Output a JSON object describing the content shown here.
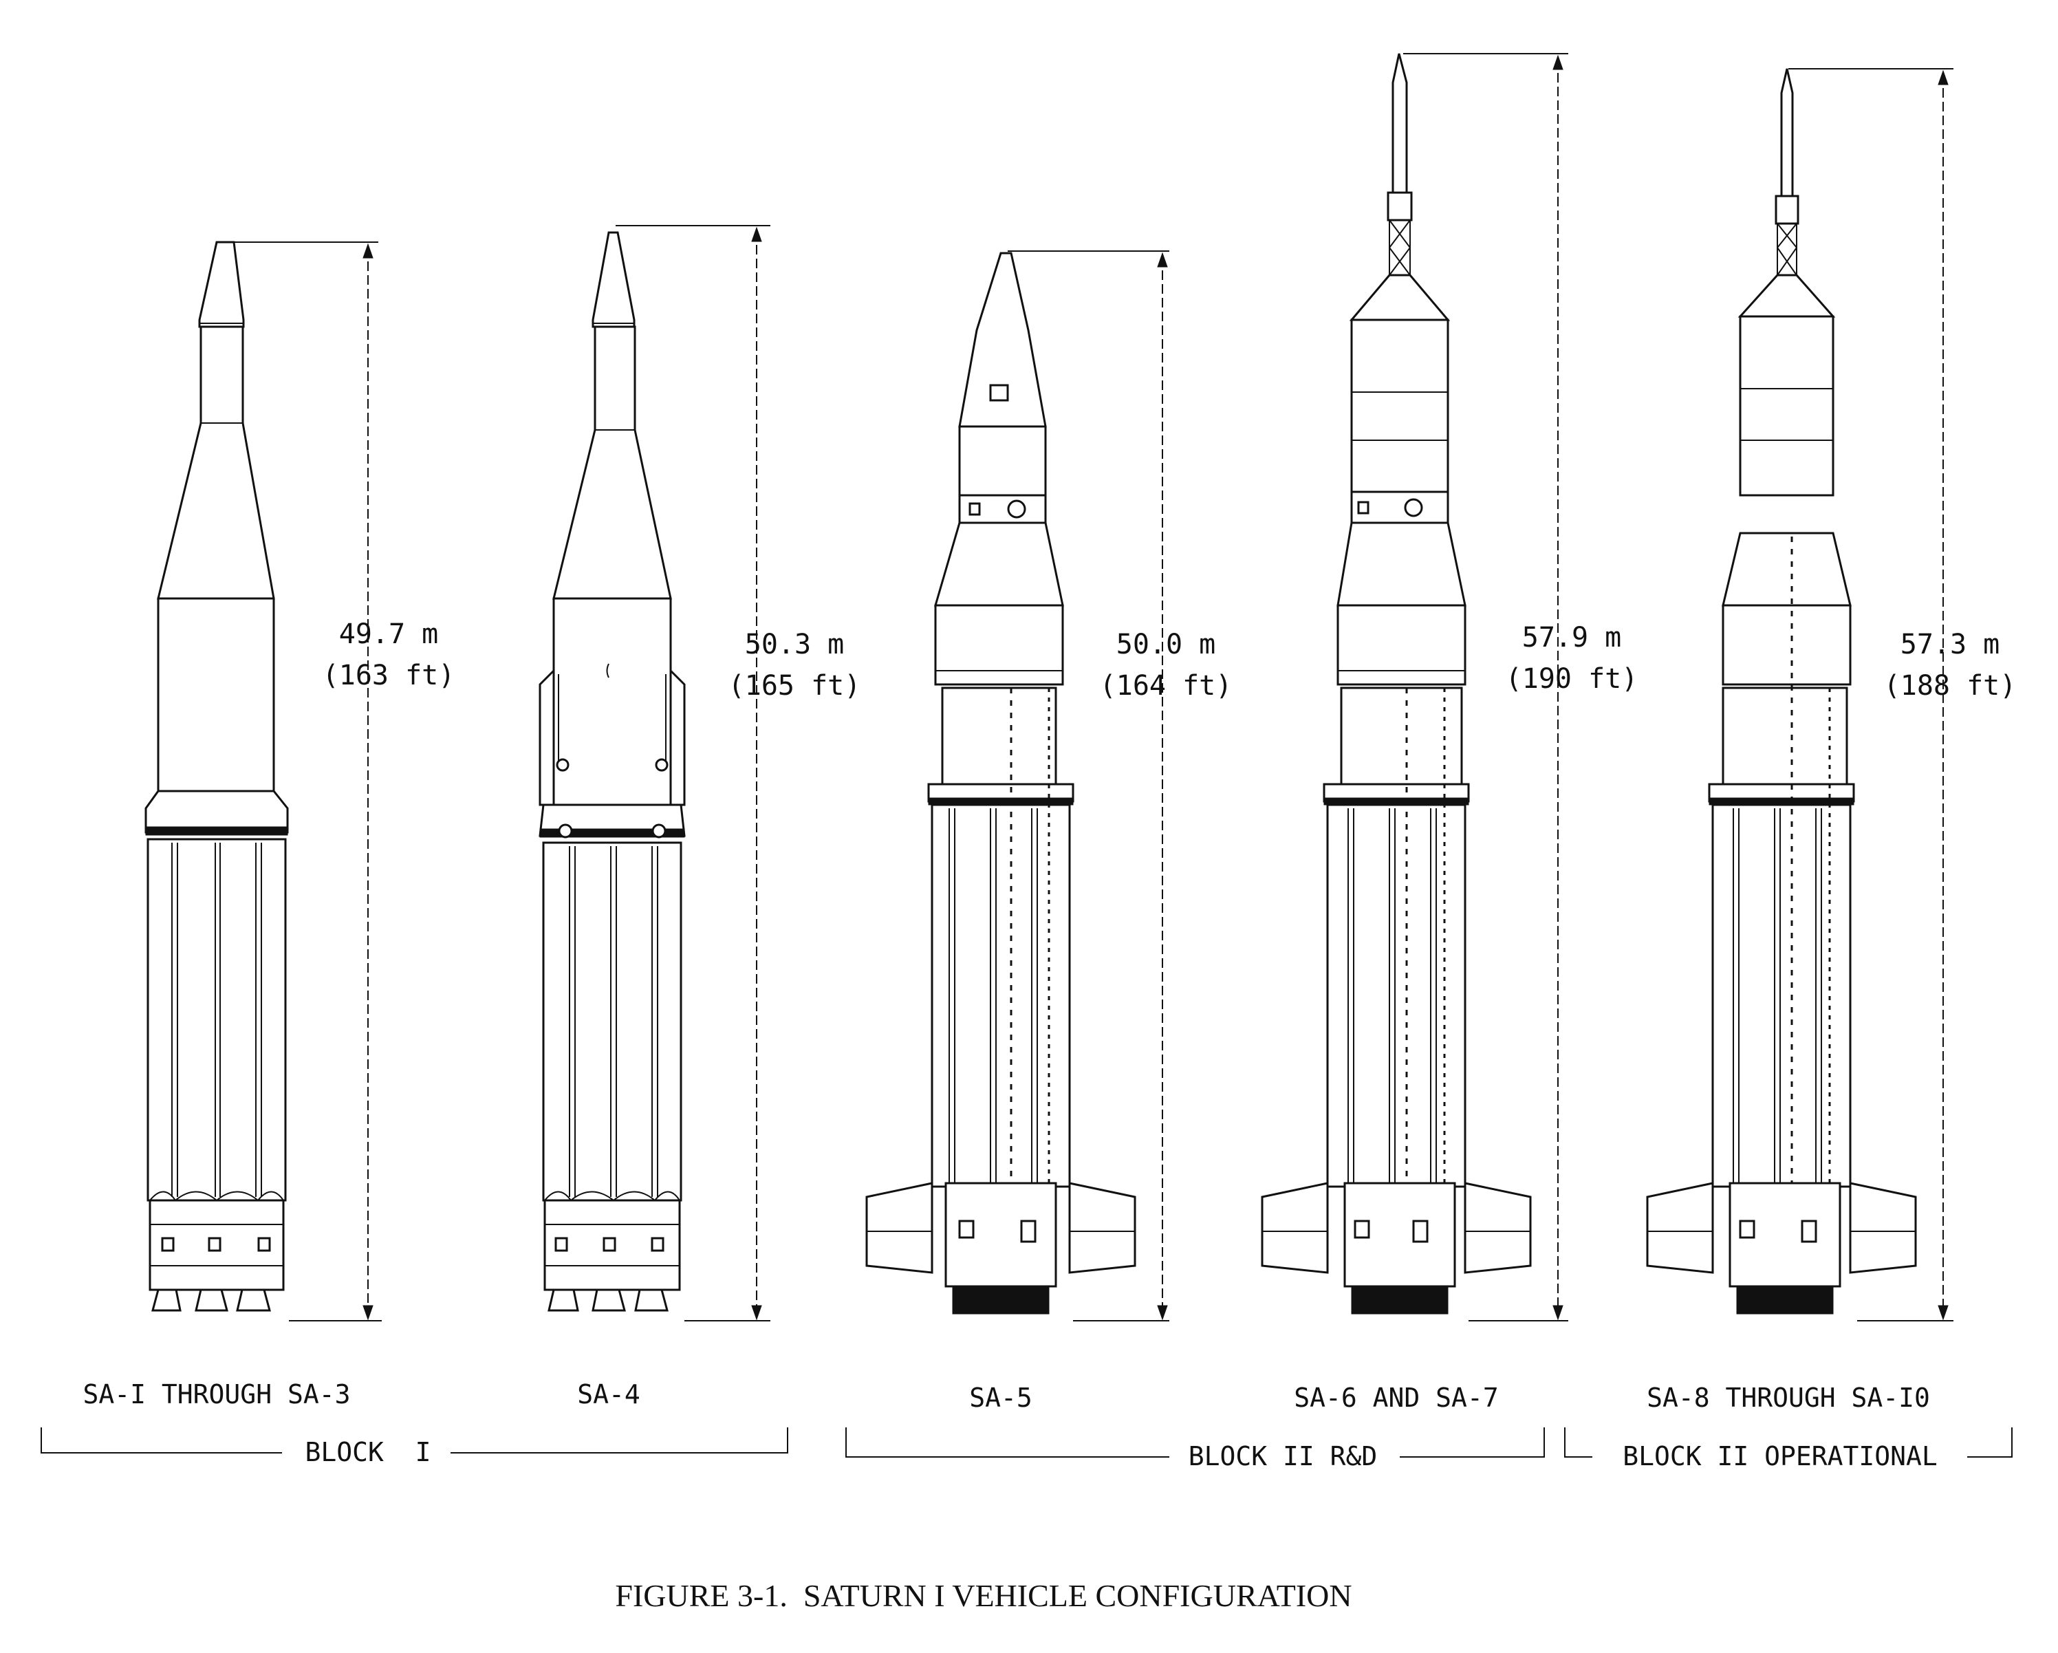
{
  "vehicles": [
    {
      "id": "sa1",
      "label": "SA-I THROUGH SA-3",
      "height_m": "49.7 m",
      "height_ft": "(163 ft)"
    },
    {
      "id": "sa4",
      "label": "SA-4",
      "height_m": "50.3 m",
      "height_ft": "(165 ft)"
    },
    {
      "id": "sa5",
      "label": "SA-5",
      "height_m": "50.0 m",
      "height_ft": "(164 ft)"
    },
    {
      "id": "sa6",
      "label": "SA-6 AND SA-7",
      "height_m": "57.9 m",
      "height_ft": "(190 ft)"
    },
    {
      "id": "sa8",
      "label": "SA-8 THROUGH SA-I0",
      "height_m": "57.3 m",
      "height_ft": "(188 ft)"
    }
  ],
  "blocks": [
    {
      "label": "BLOCK  I"
    },
    {
      "label": "BLOCK II R&D"
    },
    {
      "label": "BLOCK II OPERATIONAL"
    }
  ],
  "caption": "FIGURE 3-1.  SATURN I VEHICLE CONFIGURATION"
}
